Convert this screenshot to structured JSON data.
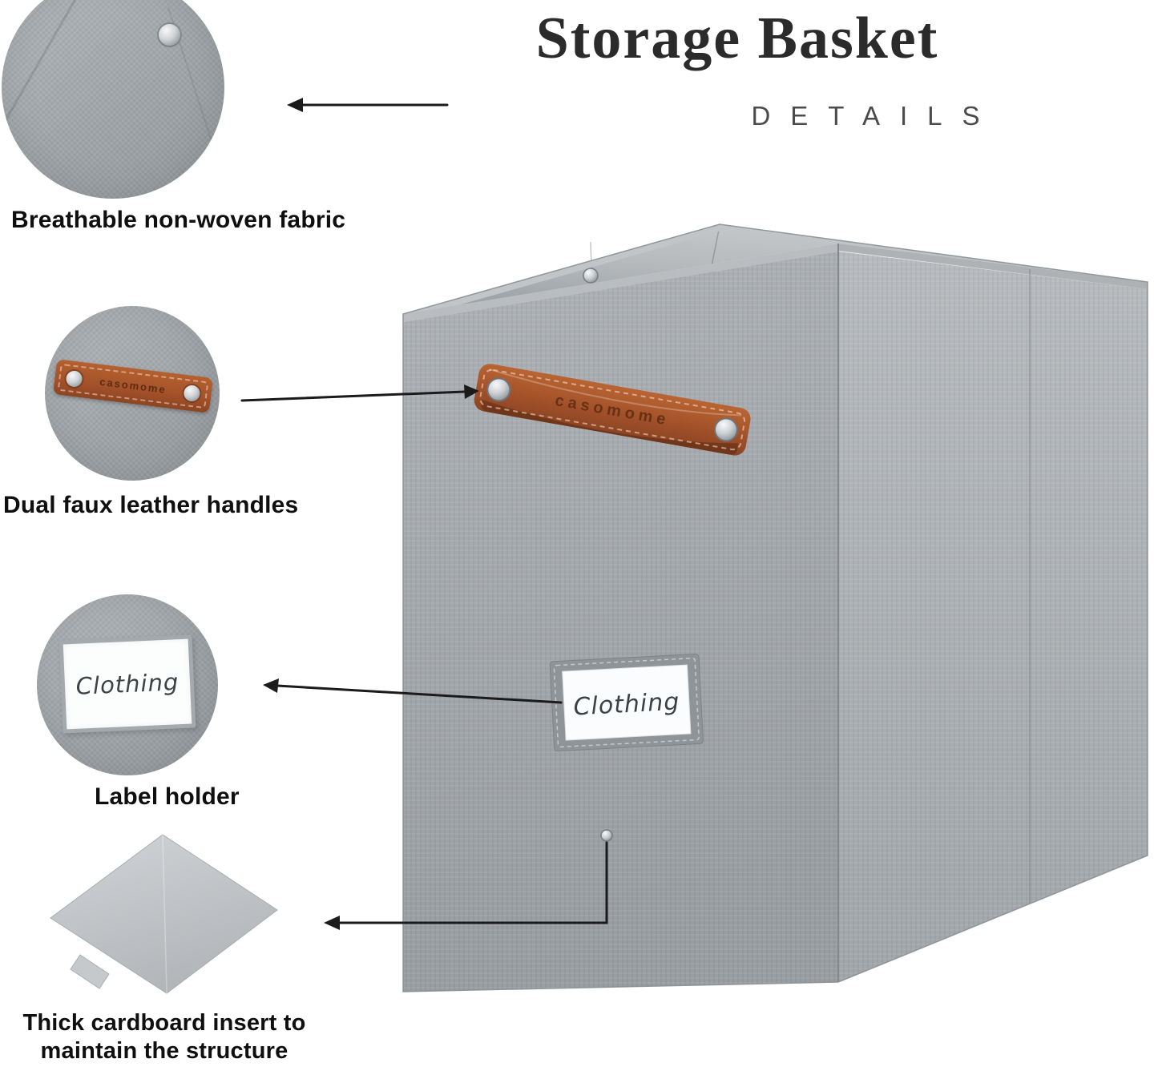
{
  "header": {
    "title": "Storage Basket",
    "subtitle": "DETAILS"
  },
  "callouts": [
    {
      "label": "Breathable non-woven fabric"
    },
    {
      "label": "Dual faux leather handles"
    },
    {
      "label": "Label holder"
    },
    {
      "label": "Thick cardboard insert to\nmaintain the structure"
    }
  ],
  "product": {
    "brand_text": "casomome",
    "label_text": "Clothing"
  },
  "insets": {
    "handle_brand_text": "casomome",
    "label_text": "Clothing"
  },
  "colors": {
    "fabric_gray": "#a0a5a9",
    "fabric_interior": "#b7bbbe",
    "leather_brown": "#a5532a",
    "rivet_silver": "#ced2d5",
    "arrow_ink": "#1b1b1b",
    "title_ink": "#2b2b2b",
    "subtitle_ink": "#4b4b4b",
    "label_card_white": "#fbfcfd"
  }
}
